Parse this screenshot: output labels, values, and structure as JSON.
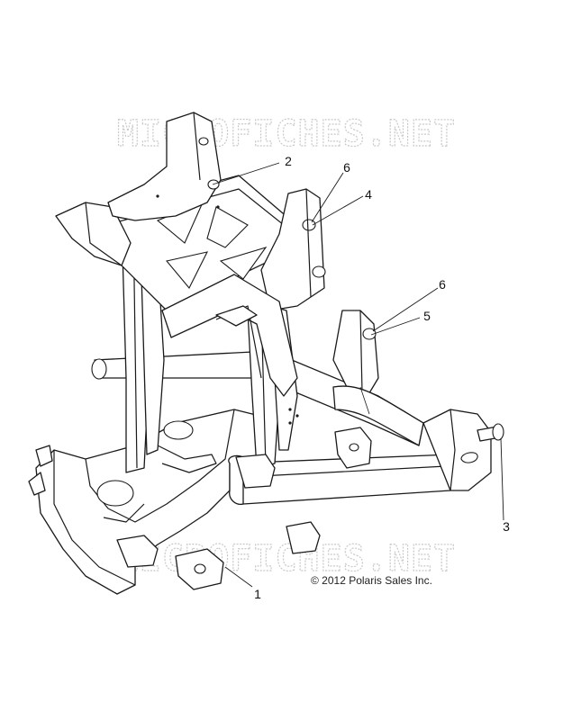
{
  "watermark": {
    "top_text": "MICROFICHES.NET",
    "bottom_text": "MICROFICHES.NET"
  },
  "callouts": [
    {
      "id": "c1",
      "label": "1"
    },
    {
      "id": "c2",
      "label": "2"
    },
    {
      "id": "c3",
      "label": "3"
    },
    {
      "id": "c4",
      "label": "4"
    },
    {
      "id": "c5",
      "label": "5"
    },
    {
      "id": "c6a",
      "label": "6"
    },
    {
      "id": "c6b",
      "label": "6"
    }
  ],
  "copyright": "© 2012 Polaris Sales Inc."
}
